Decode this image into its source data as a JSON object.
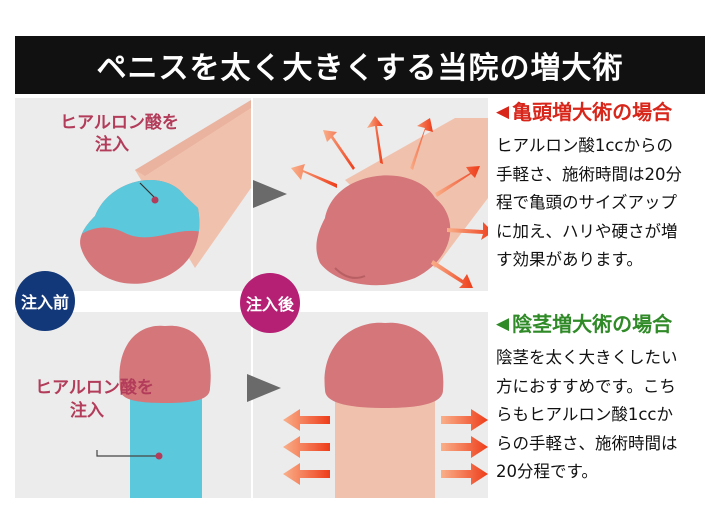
{
  "title": "ペニスを太く大きくする当院の増大術",
  "labels": {
    "before": "注入前",
    "after": "注入後",
    "injection_top_line1": "ヒアルロン酸を",
    "injection_top_line2": "注入",
    "injection_bottom_line1": "ヒアルロン酸を",
    "injection_bottom_line2": "注入"
  },
  "sections": [
    {
      "heading": "亀頭増大術の場合",
      "body": "ヒアルロン酸1ccからの\n手軽さ、施術時間は20分\n程で亀頭のサイズアップ\nに加え、ハリや硬さが増\nす効果があります。",
      "color": "#d8261b"
    },
    {
      "heading": "陰茎増大術の場合",
      "body": "陰茎を太く大きくしたい\n方におすすめです。こち\nらもヒアルロン酸1ccか\nらの手軽さ、施術時間は\n20分程です。",
      "color": "#2f8a27"
    }
  ],
  "colors": {
    "title_bg": "#111111",
    "panel_bg": "#ececec",
    "skin": "#f0c2ae",
    "glans": "#d4767a",
    "injection": "#5cc8dc",
    "arrow": "#ee4a22",
    "before_badge": "#13387a",
    "after_badge": "#b51f74",
    "label_text": "#b23c5a"
  },
  "icons": [
    "triangle-left-icon",
    "arrow-right-gray-icon",
    "arrow-outward-icon"
  ]
}
